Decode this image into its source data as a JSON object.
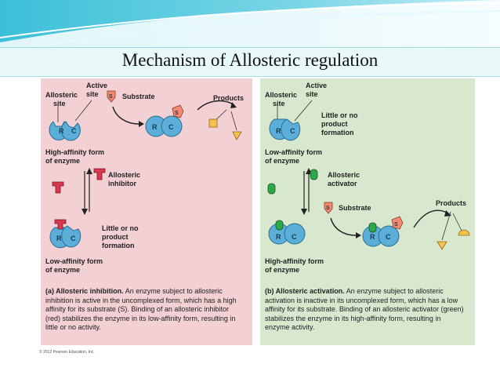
{
  "slide": {
    "title": "Mechanism of Allosteric regulation"
  },
  "panel_a": {
    "allosteric_site": [
      "Allosteric",
      "site"
    ],
    "active_site": [
      "Active",
      "site"
    ],
    "substrate": "Substrate",
    "products": "Products",
    "high_affinity": [
      "High-affinity form",
      "of enzyme"
    ],
    "inhibitor": [
      "Allosteric",
      "inhibitor"
    ],
    "little_activity": [
      "Little or no",
      "product",
      "formation"
    ],
    "low_affinity": [
      "Low-affinity form",
      "of enzyme"
    ],
    "caption_title": "(a) Allosteric inhibition.",
    "caption_body": "An enzyme subject to allosteric inhibition is active in the uncomplexed form, which has a high affinity for its substrate (S). Binding of an allosteric inhibitor (red) stabilizes the enzyme in its low-affinity form, resulting in little or no activity."
  },
  "panel_b": {
    "allosteric_site": [
      "Allosteric",
      "site"
    ],
    "active_site": [
      "Active",
      "site"
    ],
    "little_activity": [
      "Little or no",
      "product",
      "formation"
    ],
    "low_affinity": [
      "Low-affinity form",
      "of enzyme"
    ],
    "activator": [
      "Allosteric",
      "activator"
    ],
    "substrate": "Substrate",
    "products": "Products",
    "high_affinity": [
      "High-affinity form",
      "of enzyme"
    ],
    "caption_title": "(b) Allosteric activation.",
    "caption_body": "An enzyme subject to allosteric activation is inactive in its uncomplexed form, which has a low affinity for its substrate. Binding of an allosteric activator (green) stabilizes the enzyme in its high-affinity form, resulting in enzyme activity."
  },
  "enzyme": {
    "r": "R",
    "c": "C",
    "s": "S"
  },
  "credit": "© 2012 Pearson Education, Inc.",
  "colors": {
    "enzyme": "#5aaed8",
    "inhibitor": "#d9364f",
    "activator": "#2ea64a",
    "substrate": "#f08a72",
    "product": "#f5c24c"
  }
}
